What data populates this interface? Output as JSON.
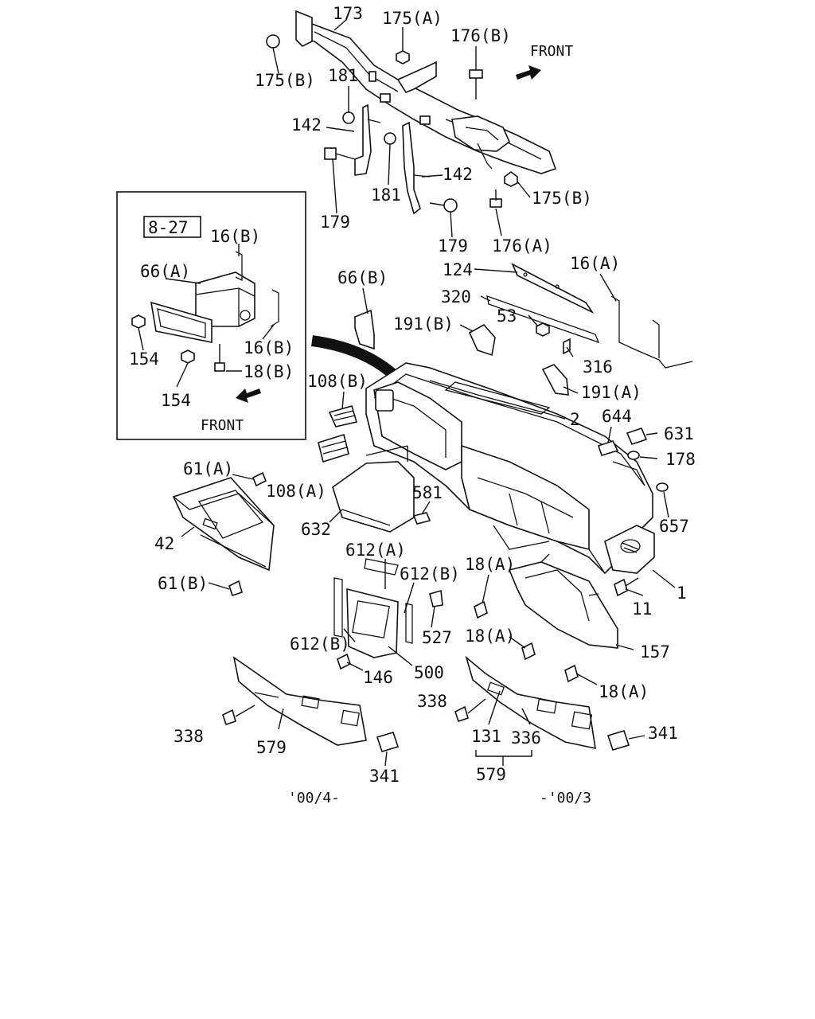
{
  "callouts": [
    {
      "id": "c173",
      "text": "173"
    },
    {
      "id": "c175a_top",
      "text": "175(A)"
    },
    {
      "id": "c176b",
      "text": "176(B)"
    },
    {
      "id": "c175b_left",
      "text": "175(B)"
    },
    {
      "id": "c181_top",
      "text": "181"
    },
    {
      "id": "c142_left",
      "text": "142"
    },
    {
      "id": "c142_right",
      "text": "142"
    },
    {
      "id": "c181_bottom",
      "text": "181"
    },
    {
      "id": "c175b_right",
      "text": "175(B)"
    },
    {
      "id": "c179_left",
      "text": "179"
    },
    {
      "id": "c179_right",
      "text": "179"
    },
    {
      "id": "c176a",
      "text": "176(A)"
    },
    {
      "id": "c124",
      "text": "124"
    },
    {
      "id": "c16a",
      "text": "16(A)"
    },
    {
      "id": "c66b",
      "text": "66(B)"
    },
    {
      "id": "c320",
      "text": "320"
    },
    {
      "id": "c53",
      "text": "53"
    },
    {
      "id": "c191b",
      "text": "191(B)"
    },
    {
      "id": "c316",
      "text": "316"
    },
    {
      "id": "c108b",
      "text": "108(B)"
    },
    {
      "id": "c191a",
      "text": "191(A)"
    },
    {
      "id": "c2",
      "text": "2"
    },
    {
      "id": "c644",
      "text": "644"
    },
    {
      "id": "c631",
      "text": "631"
    },
    {
      "id": "c178",
      "text": "178"
    },
    {
      "id": "c61a",
      "text": "61(A)"
    },
    {
      "id": "c108a",
      "text": "108(A)"
    },
    {
      "id": "c581",
      "text": "581"
    },
    {
      "id": "c632",
      "text": "632"
    },
    {
      "id": "c657",
      "text": "657"
    },
    {
      "id": "c42",
      "text": "42"
    },
    {
      "id": "c612a",
      "text": "612(A)"
    },
    {
      "id": "c612b_top",
      "text": "612(B)"
    },
    {
      "id": "c18a_1",
      "text": "18(A)"
    },
    {
      "id": "c1",
      "text": "1"
    },
    {
      "id": "c61b",
      "text": "61(B)"
    },
    {
      "id": "c11",
      "text": "11"
    },
    {
      "id": "c612b_bottom",
      "text": "612(B)"
    },
    {
      "id": "c527",
      "text": "527"
    },
    {
      "id": "c18a_2",
      "text": "18(A)"
    },
    {
      "id": "c157",
      "text": "157"
    },
    {
      "id": "c146",
      "text": "146"
    },
    {
      "id": "c500",
      "text": "500"
    },
    {
      "id": "c18a_3",
      "text": "18(A)"
    },
    {
      "id": "c338_right",
      "text": "338"
    },
    {
      "id": "c338_left",
      "text": "338"
    },
    {
      "id": "c579_left",
      "text": "579"
    },
    {
      "id": "c131",
      "text": "131"
    },
    {
      "id": "c336",
      "text": "336"
    },
    {
      "id": "c341_right",
      "text": "341"
    },
    {
      "id": "c341_left",
      "text": "341"
    },
    {
      "id": "c579_right",
      "text": "579"
    }
  ],
  "inset": {
    "ref_box": "8-27",
    "labels": [
      {
        "id": "i16b_top",
        "text": "16(B)"
      },
      {
        "id": "i66a",
        "text": "66(A)"
      },
      {
        "id": "i16b_bottom",
        "text": "16(B)"
      },
      {
        "id": "i154_top",
        "text": "154"
      },
      {
        "id": "i18b",
        "text": "18(B)"
      },
      {
        "id": "i154_bottom",
        "text": "154"
      }
    ],
    "front_label": "FRONT"
  },
  "front_label_main": "FRONT",
  "date_notes": {
    "left": "'00/4-",
    "right": "-'00/3"
  }
}
